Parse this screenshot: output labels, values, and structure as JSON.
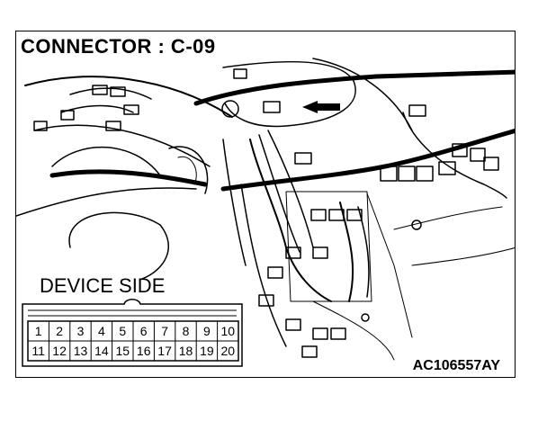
{
  "title": "CONNECTOR : C-09",
  "device_side_label": "DEVICE SIDE",
  "reference_code": "AC106557AY",
  "connector_pins": {
    "row1": [
      "1",
      "2",
      "3",
      "4",
      "5",
      "6",
      "7",
      "8",
      "9",
      "10"
    ],
    "row2": [
      "11",
      "12",
      "13",
      "14",
      "15",
      "16",
      "17",
      "18",
      "19",
      "20"
    ]
  },
  "colors": {
    "line": "#000000",
    "background": "#ffffff"
  }
}
